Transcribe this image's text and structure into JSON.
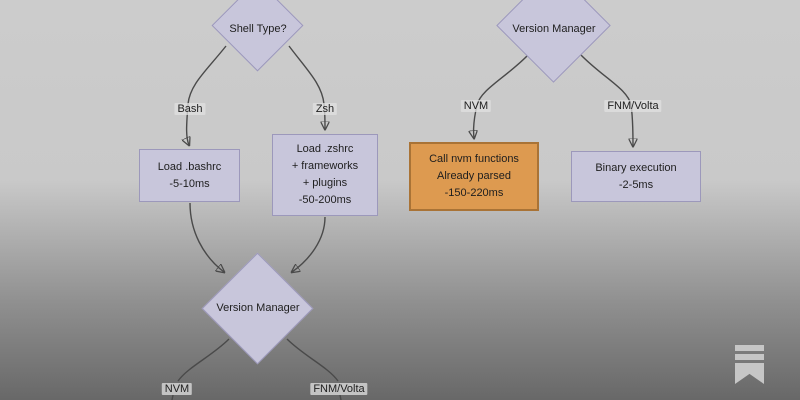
{
  "colors": {
    "background_top": "#cccccc",
    "background_bottom": "#686868",
    "node_fill": "#c8c6db",
    "node_border": "#9c98bb",
    "highlight_fill": "#dd9a50",
    "highlight_border": "#a97336",
    "edge": "#4a4a4a",
    "text": "#1e1e1e",
    "label_bg": "#e0e0e0c0",
    "logo": "#c6c6c6"
  },
  "flowchart": {
    "decisions": {
      "shell_type": "Shell Type?",
      "version_manager_top": "Version Manager",
      "version_manager_bottom": "Version Manager"
    },
    "edge_labels": {
      "bash": "Bash",
      "zsh": "Zsh",
      "nvm_top": "NVM",
      "fnm_volta_top": "FNM/Volta",
      "nvm_bottom": "NVM",
      "fnm_volta_bottom": "FNM/Volta"
    },
    "nodes": {
      "load_bashrc": {
        "line1": "Load .bashrc",
        "line2": "-5-10ms"
      },
      "load_zshrc": {
        "line1": "Load .zshrc",
        "line2": "+ frameworks",
        "line3": "+ plugins",
        "line4": "-50-200ms"
      },
      "call_nvm": {
        "line1": "Call nvm functions",
        "line2": "Already parsed",
        "line3": "-150-220ms"
      },
      "binary_execution": {
        "line1": "Binary execution",
        "line2": "-2-5ms"
      }
    }
  },
  "watermark": {
    "icon": "substack-logo"
  }
}
